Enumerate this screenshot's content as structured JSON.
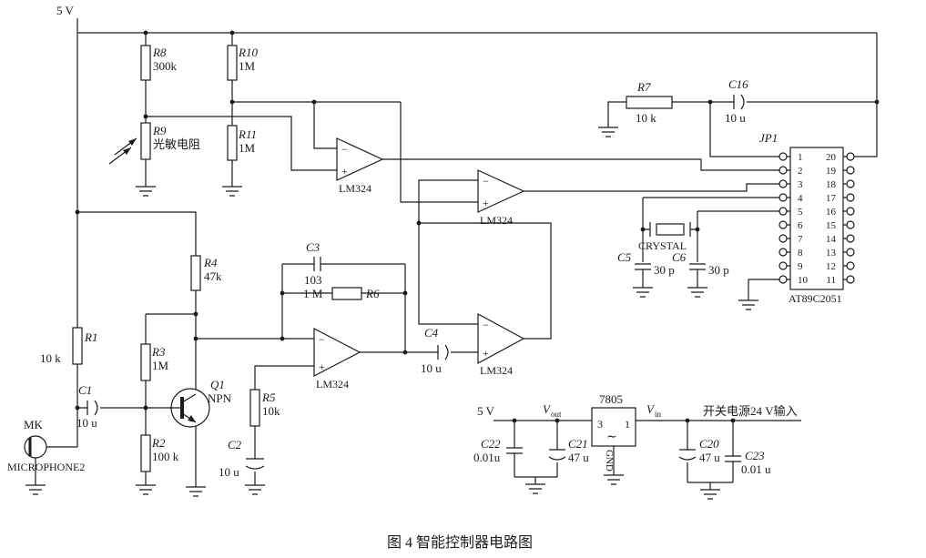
{
  "caption": "图 4  智能控制器电路图",
  "power": {
    "rail_label": "5 V",
    "psu_5v": "5 V",
    "psu_note": "开关电源24 V输入"
  },
  "resistors": {
    "r1": {
      "ref": "R1",
      "value": "10 k"
    },
    "r2": {
      "ref": "R2",
      "value": "100 k"
    },
    "r3": {
      "ref": "R3",
      "value": "1M"
    },
    "r4": {
      "ref": "R4",
      "value": "47k"
    },
    "r5": {
      "ref": "R5",
      "value": "10k"
    },
    "r6": {
      "ref": "R6",
      "value": "1 M"
    },
    "r7": {
      "ref": "R7",
      "value": "10 k"
    },
    "r8": {
      "ref": "R8",
      "value": "300k"
    },
    "r9": {
      "ref": "R9",
      "value": "光敏电阻"
    },
    "r10": {
      "ref": "R10",
      "value": "1M"
    },
    "r11": {
      "ref": "R11",
      "value": "1M"
    }
  },
  "capacitors": {
    "c1": {
      "ref": "C1",
      "value": "10 u"
    },
    "c2": {
      "ref": "C2",
      "value": "10 u"
    },
    "c3": {
      "ref": "C3",
      "value": "103"
    },
    "c4": {
      "ref": "C4",
      "value": "10 u"
    },
    "c5": {
      "ref": "C5",
      "value": "30 p"
    },
    "c6": {
      "ref": "C6",
      "value": "30 p"
    },
    "c16": {
      "ref": "C16",
      "value": "10 u"
    },
    "c20": {
      "ref": "C20",
      "value": "47 u"
    },
    "c21": {
      "ref": "C21",
      "value": "47 u"
    },
    "c22": {
      "ref": "C22",
      "value": "0.01u"
    },
    "c23": {
      "ref": "C23",
      "value": "0.01 u"
    }
  },
  "transistor": {
    "ref": "Q1",
    "type": "NPN"
  },
  "microphone": {
    "ref": "MK",
    "label": "MICROPHONE2"
  },
  "opamp": {
    "label": "LM324",
    "plus": "+",
    "minus": "−"
  },
  "crystal": {
    "label": "CRYSTAL"
  },
  "regulator": {
    "ref": "7805",
    "pin_out": "3",
    "pin_in": "1",
    "wave": "∼",
    "gnd": "GND",
    "vout_base": "V",
    "vout_sub": "out",
    "vin_base": "V",
    "vin_sub": "in"
  },
  "connector": {
    "ref": "JP1",
    "chip": "AT89C2051",
    "pins_left": [
      "1",
      "2",
      "3",
      "4",
      "5",
      "6",
      "7",
      "8",
      "9",
      "10"
    ],
    "pins_right": [
      "20",
      "19",
      "18",
      "17",
      "16",
      "15",
      "14",
      "13",
      "12",
      "11"
    ]
  }
}
